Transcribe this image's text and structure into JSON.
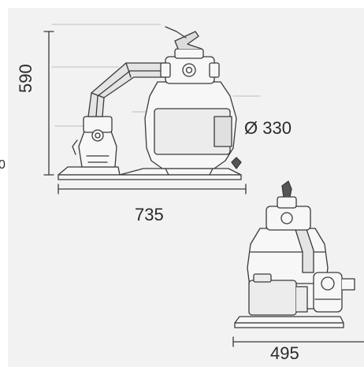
{
  "dimensions": {
    "height": "590",
    "width_front": "735",
    "tank_diameter": "Ø 330",
    "width_side": "495",
    "stray_mark": "0"
  },
  "colors": {
    "background": "#ffffff",
    "panel": "#f2f2f2",
    "line": "#3a3a3a",
    "body_fill": "#f7f7f7",
    "pipe_fill": "#e4e4e4"
  }
}
